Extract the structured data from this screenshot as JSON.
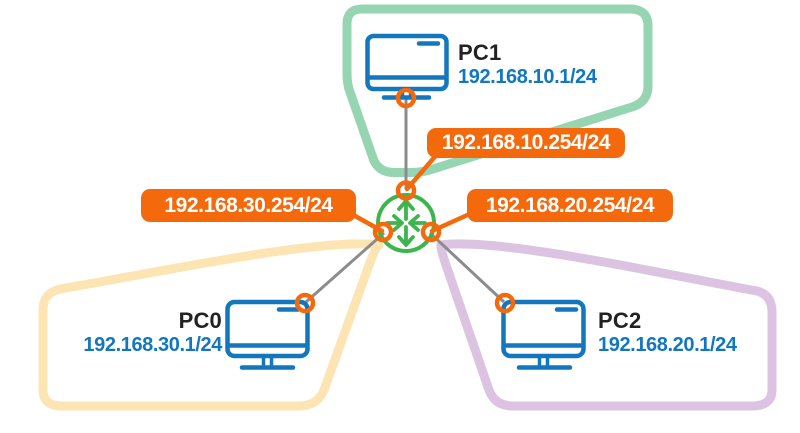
{
  "colors": {
    "accent_orange": "#f5690d",
    "pc_blue": "#1277bd",
    "router_green": "#3cb64c",
    "zone_green": "#96d5b2",
    "zone_yellow": "#fce5b3",
    "zone_purple": "#dcc3e1",
    "line_gray": "#8c8c8c",
    "label_text": "#ffffff",
    "name_text": "#222222"
  },
  "icons": {
    "router": "router-icon (green circle with four routing arrows)",
    "pc": "desktop-monitor-icon",
    "port": "connection-port-ring-icon"
  },
  "nodes": {
    "pc1": {
      "name": "PC1",
      "ip": "192.168.10.1/24"
    },
    "pc0": {
      "name": "PC0",
      "ip": "192.168.30.1/24"
    },
    "pc2": {
      "name": "PC2",
      "ip": "192.168.20.1/24"
    }
  },
  "interface_labels": {
    "to_pc1": "192.168.10.254/24",
    "to_pc0": "192.168.30.254/24",
    "to_pc2": "192.168.20.254/24"
  }
}
